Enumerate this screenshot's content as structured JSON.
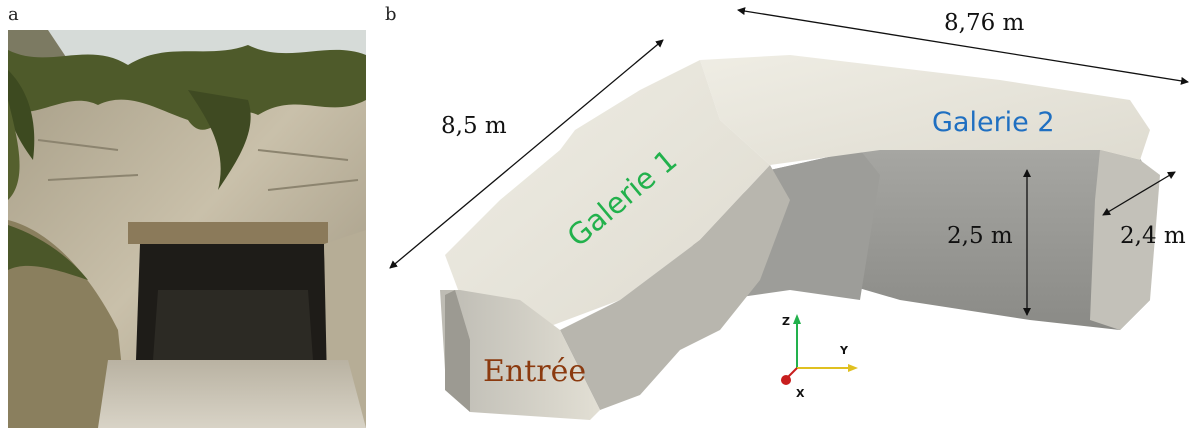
{
  "panels": {
    "a_label": "a",
    "b_label": "b"
  },
  "dimensions": {
    "length_1": "8,5 m",
    "length_2": "8,76 m",
    "height": "2,5 m",
    "width": "2,4 m"
  },
  "labels": {
    "galerie_1": "Galerie 1",
    "galerie_2": "Galerie 2",
    "entree": "Entrée"
  },
  "axes": {
    "z": "Z",
    "y": "Y",
    "x": "X"
  },
  "colors": {
    "galerie_1": "#22b14c",
    "galerie_2": "#1f6fc1",
    "entree": "#8b3a0f",
    "mesh_light": "#e9e6dc",
    "mesh_shadow": "#8e8e8a"
  }
}
